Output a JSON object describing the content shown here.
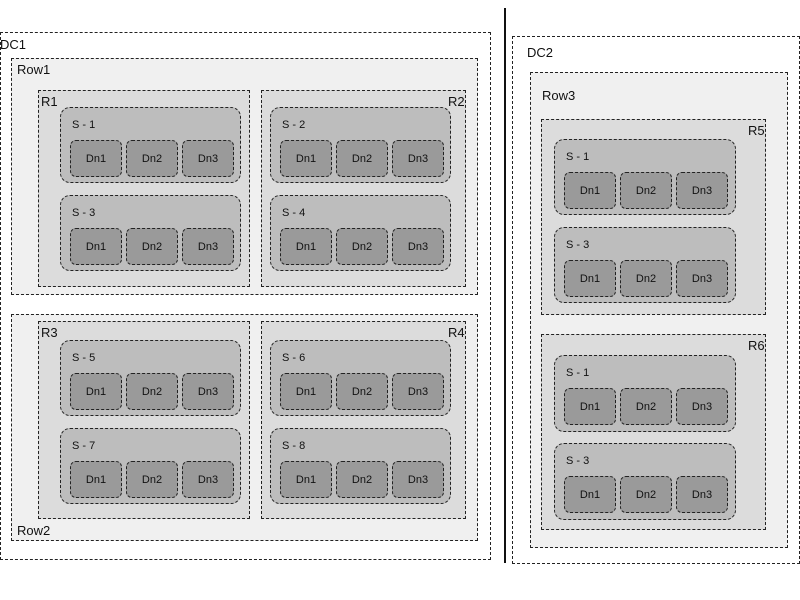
{
  "dc1": {
    "label": "DC1",
    "row1": {
      "label": "Row1",
      "r1": {
        "label": "R1",
        "servers": [
          {
            "label": "S - 1",
            "nodes": [
              "Dn1",
              "Dn2",
              "Dn3"
            ]
          },
          {
            "label": "S - 3",
            "nodes": [
              "Dn1",
              "Dn2",
              "Dn3"
            ]
          }
        ]
      },
      "r2": {
        "label": "R2",
        "servers": [
          {
            "label": "S - 2",
            "nodes": [
              "Dn1",
              "Dn2",
              "Dn3"
            ]
          },
          {
            "label": "S - 4",
            "nodes": [
              "Dn1",
              "Dn2",
              "Dn3"
            ]
          }
        ]
      }
    },
    "row2": {
      "label": "Row2",
      "r3": {
        "label": "R3",
        "servers": [
          {
            "label": "S - 5",
            "nodes": [
              "Dn1",
              "Dn2",
              "Dn3"
            ]
          },
          {
            "label": "S - 7",
            "nodes": [
              "Dn1",
              "Dn2",
              "Dn3"
            ]
          }
        ]
      },
      "r4": {
        "label": "R4",
        "servers": [
          {
            "label": "S - 6",
            "nodes": [
              "Dn1",
              "Dn2",
              "Dn3"
            ]
          },
          {
            "label": "S - 8",
            "nodes": [
              "Dn1",
              "Dn2",
              "Dn3"
            ]
          }
        ]
      }
    }
  },
  "dc2": {
    "label": "DC2",
    "row3": {
      "label": "Row3",
      "r5": {
        "label": "R5",
        "servers": [
          {
            "label": "S - 1",
            "nodes": [
              "Dn1",
              "Dn2",
              "Dn3"
            ]
          },
          {
            "label": "S - 3",
            "nodes": [
              "Dn1",
              "Dn2",
              "Dn3"
            ]
          }
        ]
      },
      "r6": {
        "label": "R6",
        "servers": [
          {
            "label": "S - 1",
            "nodes": [
              "Dn1",
              "Dn2",
              "Dn3"
            ]
          },
          {
            "label": "S - 3",
            "nodes": [
              "Dn1",
              "Dn2",
              "Dn3"
            ]
          }
        ]
      }
    }
  },
  "colors": {
    "row": "#f0f0f0",
    "rack": "#dcdcdc",
    "server": "#bdbdbd",
    "node": "#9a9a9a"
  }
}
